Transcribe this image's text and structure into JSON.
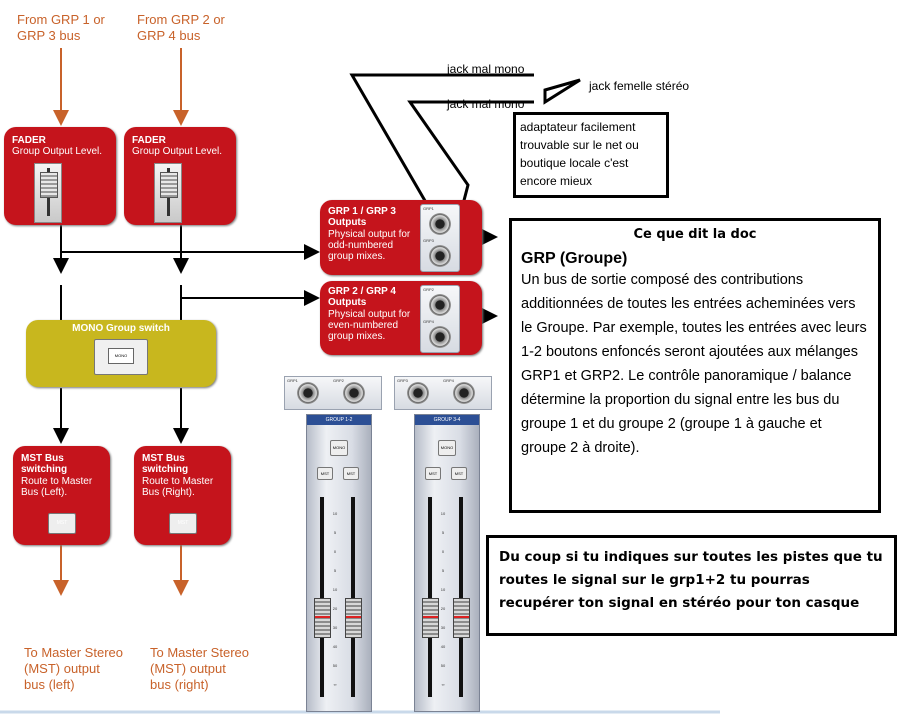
{
  "inputs": {
    "grp13": "From GRP 1 or GRP 3 bus",
    "grp24": "From GRP 2 or GRP 4 bus"
  },
  "fader": {
    "title": "FADER",
    "sub": "Group Output Level."
  },
  "outputs13": {
    "title": "GRP 1 / GRP 3 Outputs",
    "sub": "Physical output for odd-numbered group mixes.",
    "j1": "GRP1",
    "j2": "GRP3"
  },
  "outputs24": {
    "title": "GRP 2 / GRP 4 Outputs",
    "sub": "Physical output for even-numbered group mixes.",
    "j1": "GRP2",
    "j2": "GRP4"
  },
  "mono": {
    "title": "MONO Group switch",
    "btn": "MONO"
  },
  "mst": {
    "title": "MST Bus switching",
    "sub_left": "Route to Master Bus (Left).",
    "sub_right": "Route to Master Bus (Right).",
    "btn": "MST"
  },
  "dest": {
    "left": "To Master Stereo (MST) output bus (left)",
    "right": "To Master Stereo (MST) output bus (right)"
  },
  "jack_labels": {
    "top": "jack mal mono",
    "bottom": "jack mal mono",
    "female": "jack femelle stéréo"
  },
  "adapter_note": "adaptateur facilement trouvable sur le net ou boutique locale c'est encore mieux",
  "doc": {
    "header": "Ce que dit la doc",
    "title": "GRP (Groupe)",
    "body": "Un bus de sortie composé des contributions additionnées de toutes les entrées acheminées vers le Groupe. Par exemple, toutes les entrées avec leurs 1-2 boutons enfoncés seront ajoutées aux mélanges GRP1 et GRP2. Le contrôle panoramique / balance détermine la proportion du signal entre les bus du groupe 1 et du groupe 2 (groupe 1 à gauche et groupe 2 à droite)."
  },
  "bottom_note": "Du coup si tu indiques sur toutes les pistes que tu routes le signal sur le grp1+2 tu pourras recupérer ton signal en stéréo pour ton casque",
  "strips": {
    "group12": "GROUP 1-2",
    "group34": "GROUP 3-4",
    "btn_mono": "MONO",
    "btn_mst": "MST",
    "jacks": [
      "GRP1",
      "GRP2",
      "GRP3",
      "GRP4"
    ],
    "scale": [
      "10",
      "5",
      "0",
      "5",
      "10",
      "20",
      "30",
      "40",
      "50",
      "∞"
    ]
  },
  "colors": {
    "orange": "#c8622a",
    "red": "#c5141c",
    "mono": "#c8b71e",
    "blue": "#2c4f95"
  }
}
